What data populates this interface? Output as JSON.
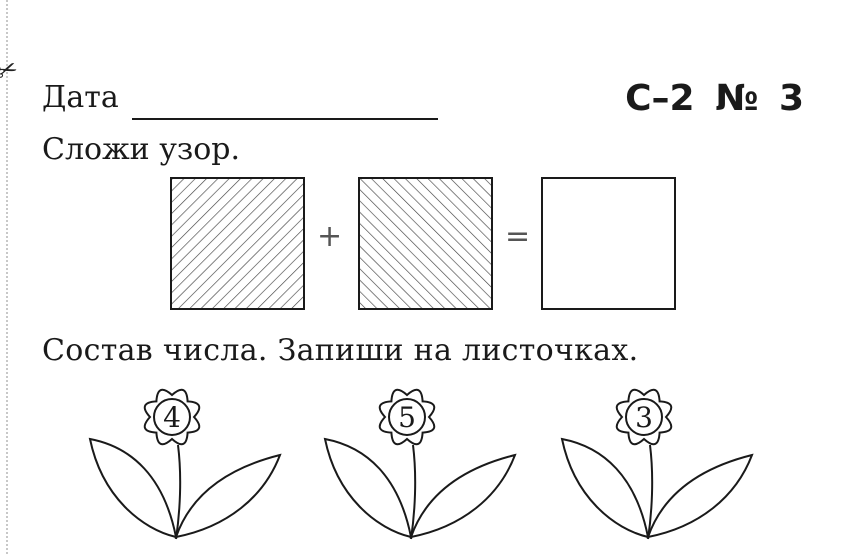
{
  "header": {
    "date_label": "Дата",
    "code": "С–2  № 3"
  },
  "task1": {
    "instruction": "Сложи узор.",
    "plus": "+",
    "equals": "="
  },
  "task2": {
    "instruction": "Состав числа. Запиши на листочках.",
    "flowers": [
      {
        "number": "4"
      },
      {
        "number": "5"
      },
      {
        "number": "3"
      }
    ]
  }
}
